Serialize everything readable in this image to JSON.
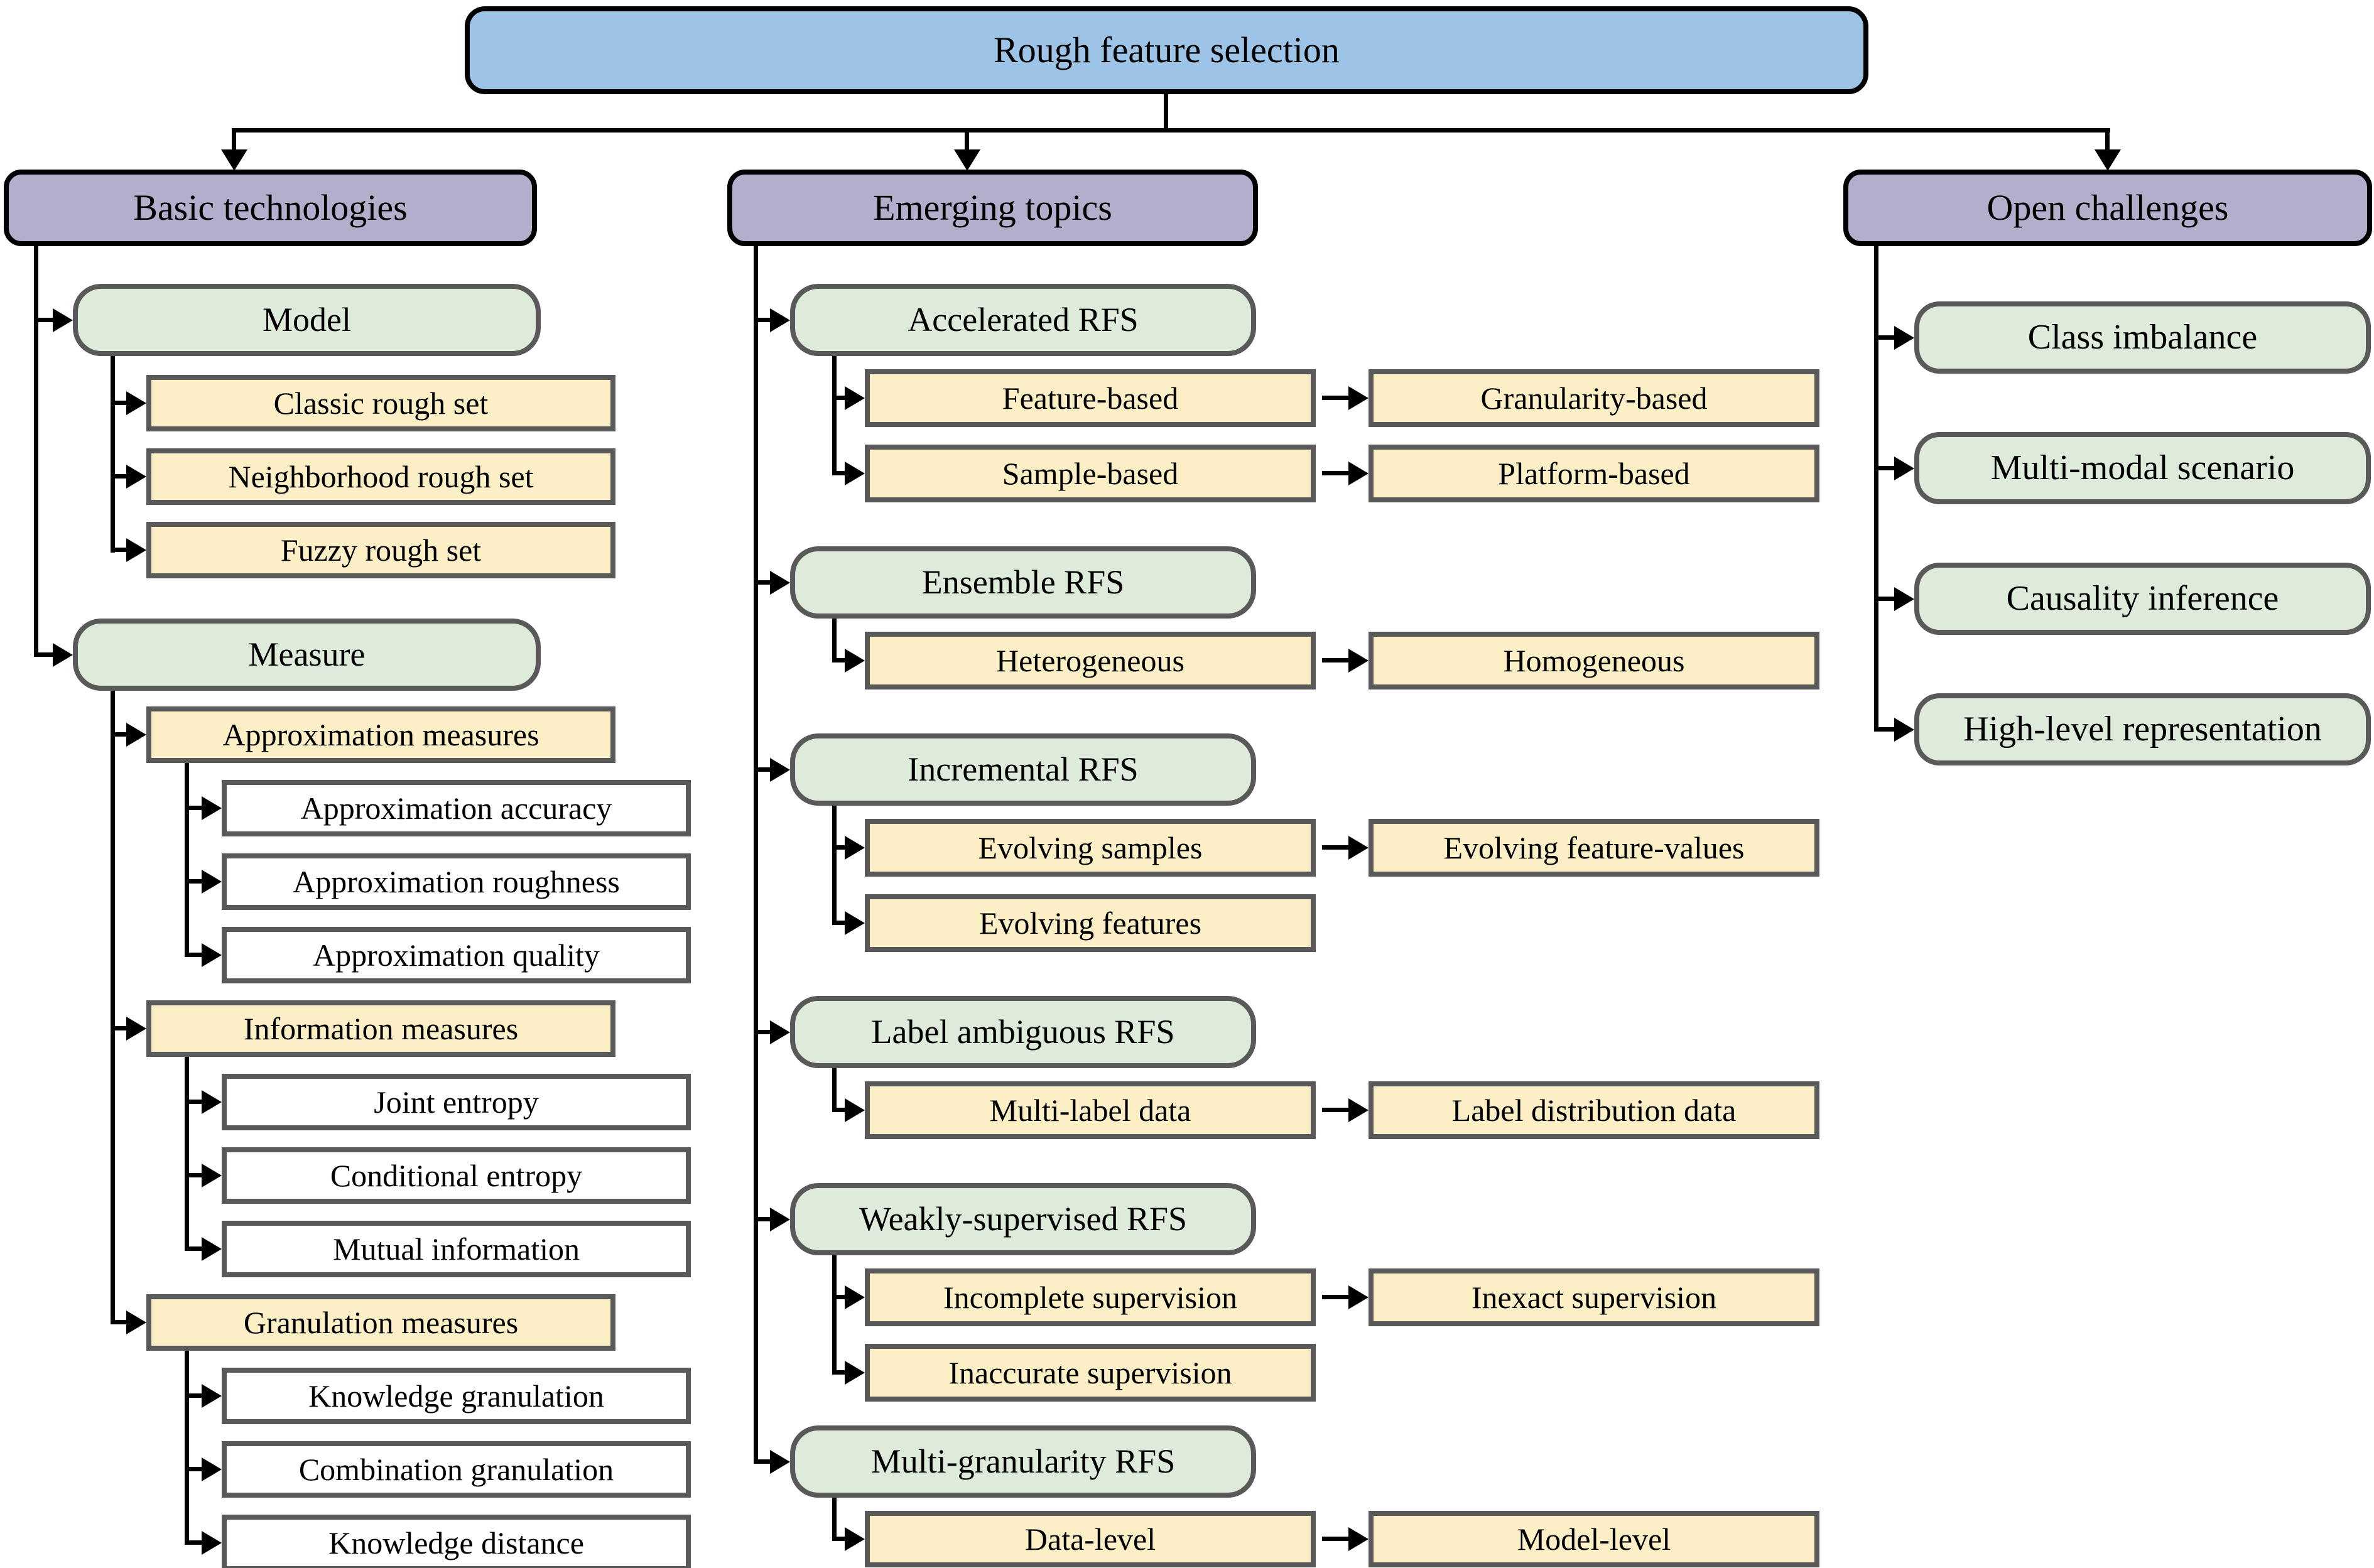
{
  "title": "Rough feature selection",
  "columns": [
    {
      "header": "Basic technologies",
      "groups": [
        {
          "label": "Model",
          "children": [
            "Classic rough set",
            "Neighborhood rough set",
            "Fuzzy rough set"
          ]
        },
        {
          "label": "Measure",
          "subgroups": [
            {
              "label": "Approximation measures",
              "children": [
                "Approximation accuracy",
                "Approximation roughness",
                "Approximation quality"
              ]
            },
            {
              "label": "Information measures",
              "children": [
                "Joint entropy",
                "Conditional entropy",
                "Mutual information"
              ]
            },
            {
              "label": "Granulation measures",
              "children": [
                "Knowledge granulation",
                "Combination granulation",
                "Knowledge distance"
              ]
            }
          ]
        }
      ]
    },
    {
      "header": "Emerging topics",
      "groups": [
        {
          "label": "Accelerated RFS",
          "pairs": [
            [
              "Feature-based",
              "Granularity-based"
            ],
            [
              "Sample-based",
              "Platform-based"
            ]
          ]
        },
        {
          "label": "Ensemble RFS",
          "pairs": [
            [
              "Heterogeneous",
              "Homogeneous"
            ]
          ]
        },
        {
          "label": "Incremental RFS",
          "pairs": [
            [
              "Evolving samples",
              "Evolving feature-values"
            ],
            [
              "Evolving features"
            ]
          ]
        },
        {
          "label": "Label ambiguous RFS",
          "pairs": [
            [
              "Multi-label data",
              "Label distribution data"
            ]
          ]
        },
        {
          "label": "Weakly-supervised RFS",
          "pairs": [
            [
              "Incomplete supervision",
              "Inexact supervision"
            ],
            [
              "Inaccurate supervision"
            ]
          ]
        },
        {
          "label": "Multi-granularity RFS",
          "pairs": [
            [
              "Data-level",
              "Model-level"
            ]
          ]
        }
      ]
    },
    {
      "header": "Open challenges",
      "items": [
        "Class imbalance",
        "Multi-modal scenario",
        "Causality inference",
        "High-level representation"
      ]
    }
  ],
  "colors": {
    "title_fill": "#9DC3E6",
    "header_fill": "#B3AECB",
    "green_fill": "#DEEBDA",
    "yellow_fill": "#FDEFC5",
    "white_fill": "#FFFFFF",
    "box_border": "#595959",
    "line": "#000000"
  }
}
